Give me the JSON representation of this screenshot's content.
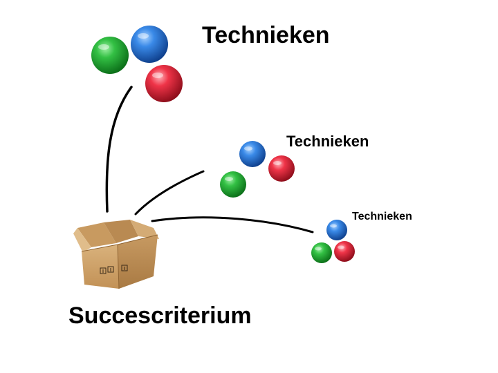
{
  "labels": {
    "group_large": "Technieken",
    "group_medium": "Technieken",
    "group_small": "Technieken",
    "box": "Succescriterium"
  },
  "colors": {
    "green": "#1fa52e",
    "blue": "#2472d0",
    "red": "#e1233a",
    "box": "#d2a871",
    "line": "#000000"
  },
  "icons": [
    "cardboard-box-icon",
    "ball-icon"
  ]
}
